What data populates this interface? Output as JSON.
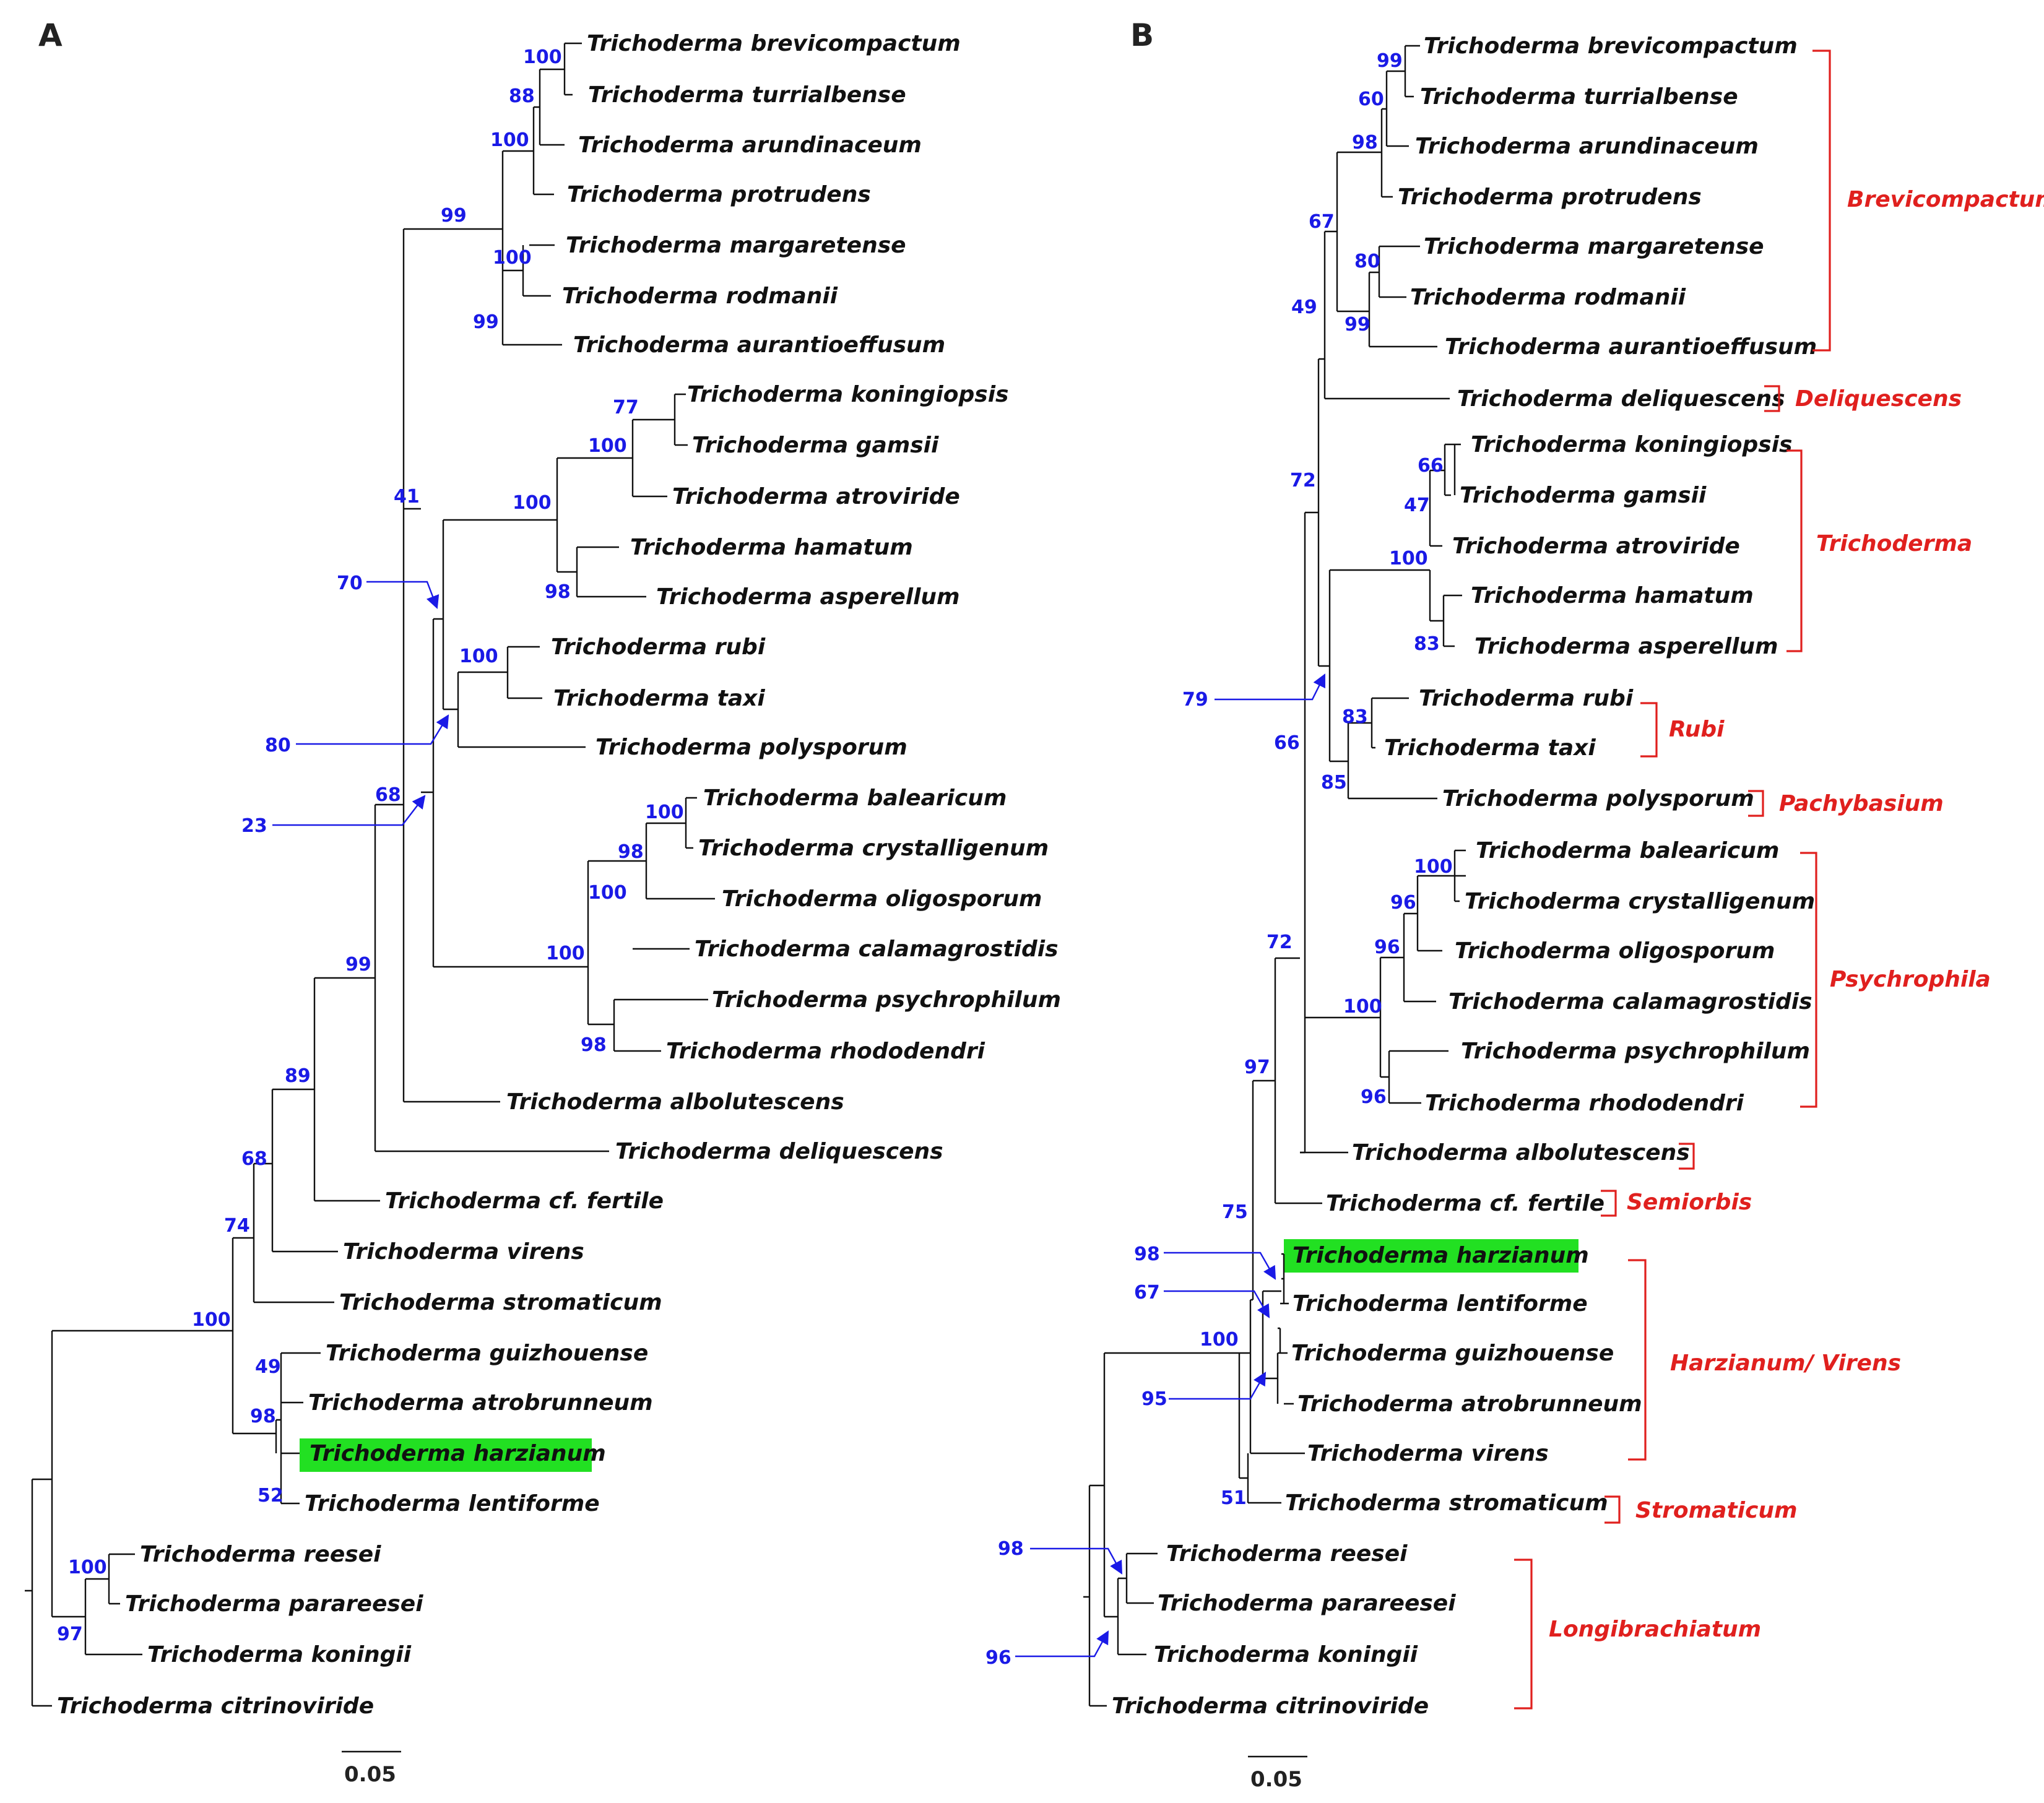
{
  "panels": [
    {
      "label": "A",
      "scale_label": "0.05",
      "taxa": [
        {
          "name": "Trichoderma brevicompactum"
        },
        {
          "name": "Trichoderma turrialbense"
        },
        {
          "name": "Trichoderma arundinaceum"
        },
        {
          "name": "Trichoderma protrudens"
        },
        {
          "name": "Trichoderma margaretense"
        },
        {
          "name": "Trichoderma rodmanii"
        },
        {
          "name": "Trichoderma aurantioeffusum"
        },
        {
          "name": "Trichoderma koningiopsis"
        },
        {
          "name": "Trichoderma gamsii"
        },
        {
          "name": "Trichoderma atroviride"
        },
        {
          "name": "Trichoderma hamatum"
        },
        {
          "name": "Trichoderma asperellum"
        },
        {
          "name": "Trichoderma rubi"
        },
        {
          "name": "Trichoderma taxi"
        },
        {
          "name": "Trichoderma polysporum"
        },
        {
          "name": "Trichoderma balearicum"
        },
        {
          "name": "Trichoderma crystalligenum"
        },
        {
          "name": "Trichoderma oligosporum"
        },
        {
          "name": "Trichoderma calamagrostidis"
        },
        {
          "name": "Trichoderma psychrophilum"
        },
        {
          "name": "Trichoderma rhododendri"
        },
        {
          "name": "Trichoderma albolutescens"
        },
        {
          "name": "Trichoderma deliquescens"
        },
        {
          "name": "Trichoderma cf. fertile"
        },
        {
          "name": "Trichoderma virens"
        },
        {
          "name": "Trichoderma stromaticum"
        },
        {
          "name": "Trichoderma guizhouense"
        },
        {
          "name": "Trichoderma atrobrunneum"
        },
        {
          "name": "Trichoderma harzianum",
          "highlight": true
        },
        {
          "name": "Trichoderma lentiforme"
        },
        {
          "name": "Trichoderma reesei"
        },
        {
          "name": "Trichoderma parareesei"
        },
        {
          "name": "Trichoderma koningii"
        },
        {
          "name": "Trichoderma citrinoviride"
        }
      ],
      "bootstrap": [
        "100",
        "88",
        "100",
        "99",
        "100",
        "99",
        "77",
        "100",
        "100",
        "98",
        "41",
        "70",
        "100",
        "80",
        "23",
        "68",
        "100",
        "98",
        "100",
        "100",
        "98",
        "99",
        "89",
        "68",
        "74",
        "100",
        "49",
        "98",
        "52",
        "100",
        "97"
      ]
    },
    {
      "label": "B",
      "scale_label": "0.05",
      "taxa": [
        {
          "name": "Trichoderma brevicompactum"
        },
        {
          "name": "Trichoderma turrialbense"
        },
        {
          "name": "Trichoderma arundinaceum"
        },
        {
          "name": "Trichoderma protrudens"
        },
        {
          "name": "Trichoderma margaretense"
        },
        {
          "name": "Trichoderma rodmanii"
        },
        {
          "name": "Trichoderma aurantioeffusum"
        },
        {
          "name": "Trichoderma deliquescens"
        },
        {
          "name": "Trichoderma koningiopsis"
        },
        {
          "name": "Trichoderma gamsii"
        },
        {
          "name": "Trichoderma atroviride"
        },
        {
          "name": "Trichoderma hamatum"
        },
        {
          "name": "Trichoderma asperellum"
        },
        {
          "name": "Trichoderma rubi"
        },
        {
          "name": "Trichoderma taxi"
        },
        {
          "name": "Trichoderma polysporum"
        },
        {
          "name": "Trichoderma balearicum"
        },
        {
          "name": "Trichoderma crystalligenum"
        },
        {
          "name": "Trichoderma oligosporum"
        },
        {
          "name": "Trichoderma calamagrostidis"
        },
        {
          "name": "Trichoderma psychrophilum"
        },
        {
          "name": "Trichoderma rhododendri"
        },
        {
          "name": "Trichoderma albolutescens"
        },
        {
          "name": "Trichoderma cf. fertile"
        },
        {
          "name": "Trichoderma harzianum",
          "highlight": true
        },
        {
          "name": "Trichoderma lentiforme"
        },
        {
          "name": "Trichoderma guizhouense"
        },
        {
          "name": "Trichoderma atrobrunneum"
        },
        {
          "name": "Trichoderma virens"
        },
        {
          "name": "Trichoderma stromaticum"
        },
        {
          "name": "Trichoderma reesei"
        },
        {
          "name": "Trichoderma parareesei"
        },
        {
          "name": "Trichoderma koningii"
        },
        {
          "name": "Trichoderma citrinoviride"
        }
      ],
      "bootstrap": [
        "99",
        "60",
        "98",
        "67",
        "80",
        "99",
        "49",
        "66",
        "47",
        "100",
        "83",
        "72",
        "79",
        "83",
        "85",
        "66",
        "100",
        "96",
        "96",
        "100",
        "96",
        "72",
        "97",
        "75",
        "98",
        "67",
        "100",
        "95",
        "51",
        "98",
        "96"
      ],
      "clades": [
        "Brevicompactum",
        "Deliquescens",
        "Trichoderma",
        "Rubi",
        "Pachybasium",
        "Psychrophila",
        "Semiorbis",
        "Harzianum/ Virens",
        "Stromaticum",
        "Longibrachiatum"
      ]
    }
  ],
  "colors": {
    "branch": "#111111",
    "bootstrap": "#1a1ae6",
    "clade": "#e0201e",
    "highlight": "#22e022"
  }
}
